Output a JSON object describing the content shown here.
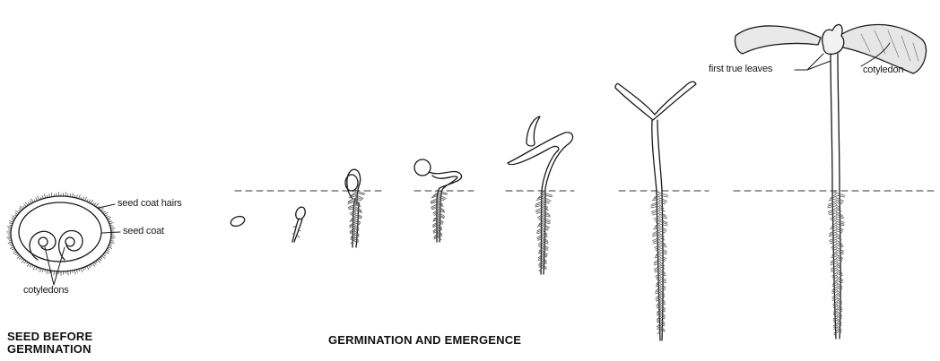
{
  "labels": {
    "seed_coat_hairs": "seed coat hairs",
    "seed_coat": "seed coat",
    "cotyledons": "cotyledons",
    "first_true_leaves": "first true leaves",
    "cotyledon": "cotyledon"
  },
  "captions": {
    "seed_before_line1": "SEED BEFORE",
    "seed_before_line2": "GERMINATION",
    "germination": "GERMINATION AND EMERGENCE"
  },
  "colors": {
    "ink": "#1a1a1a",
    "leaf_fill": "#e6e6e6",
    "hair": "#555555"
  }
}
